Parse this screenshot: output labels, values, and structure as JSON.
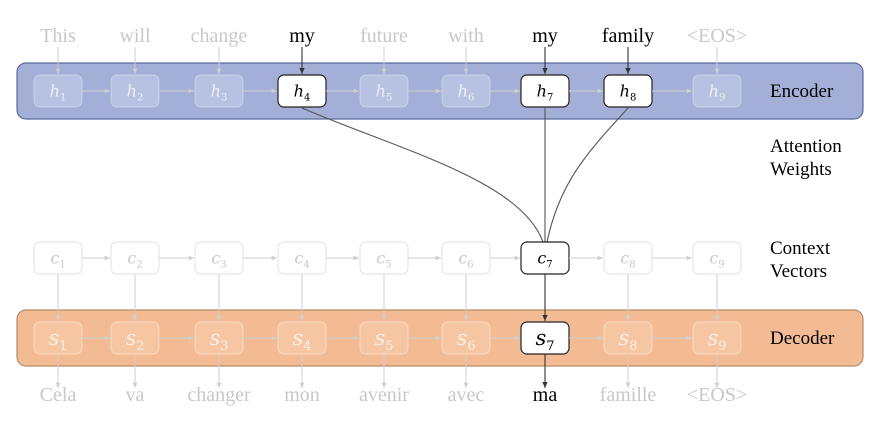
{
  "input_words": [
    "This",
    "will",
    "change",
    "my",
    "future",
    "with",
    "my",
    "family",
    "<EOS>"
  ],
  "output_words": [
    "Cela",
    "va",
    "changer",
    "mon",
    "avenir",
    "avec",
    "ma",
    "famille",
    "<EOS>"
  ],
  "index_labels": [
    "1",
    "2",
    "3",
    "4",
    "5",
    "6",
    "7",
    "8",
    "9"
  ],
  "hidden_symbol": "h",
  "context_symbol": "c",
  "decoder_symbol": "s",
  "active_encoder_indices": [
    3,
    6,
    7
  ],
  "active_step_index": 6,
  "labels": {
    "encoder": "Encoder",
    "attention_line1": "Attention",
    "attention_line2": "Weights",
    "context_line1": "Context",
    "context_line2": "Vectors",
    "decoder": "Decoder"
  },
  "colors": {
    "encoder_band": "#a3afd6",
    "encoder_border": "#5a6a9e",
    "decoder_band": "#f2bb93",
    "decoder_border": "#b88a68",
    "faded_text": "#c8c8c8",
    "faded_box": "#e2e2e2"
  }
}
